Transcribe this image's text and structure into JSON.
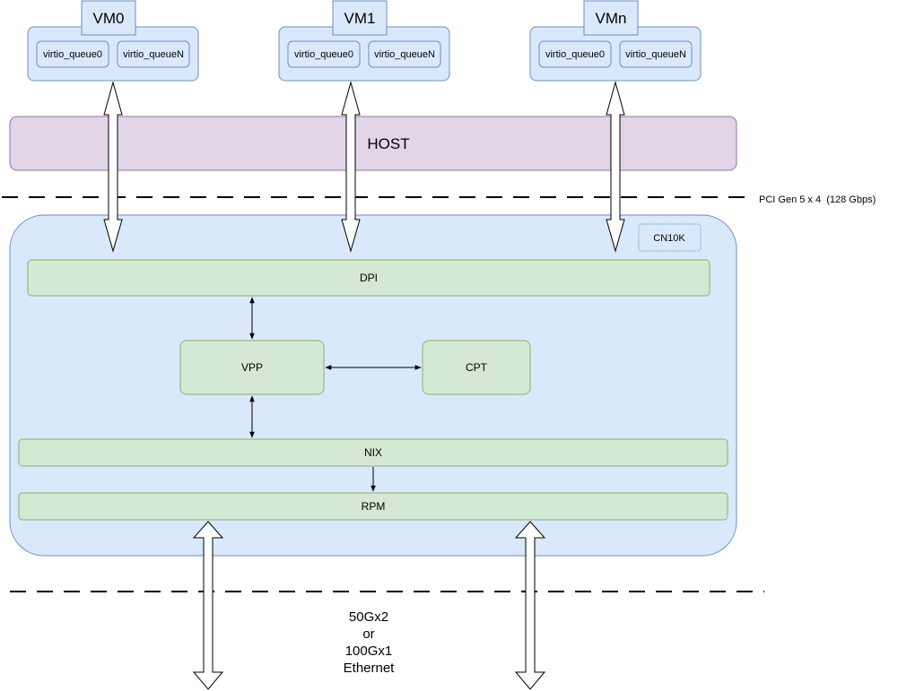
{
  "vms": [
    {
      "label": "VM0",
      "queues": [
        "virtio_queue0",
        "virtio_queueN"
      ]
    },
    {
      "label": "VM1",
      "queues": [
        "virtio_queue0",
        "virtio_queueN"
      ]
    },
    {
      "label": "VMn",
      "queues": [
        "virtio_queue0",
        "virtio_queueN"
      ]
    }
  ],
  "host": {
    "label": "HOST"
  },
  "pci": {
    "label": "PCI Gen 5 x 4  (128 Gbps)"
  },
  "chip": {
    "label": "CN10K"
  },
  "blocks": {
    "dpi": "DPI",
    "vpp": "VPP",
    "cpt": "CPT",
    "nix": "NIX",
    "rpm": "RPM"
  },
  "ethernet": {
    "line1": "50Gx2",
    "line2": "or",
    "line3": "100Gx1",
    "line4": "Ethernet"
  },
  "colors": {
    "vm_fill": "#dae8fc",
    "vm_stroke": "#6c8ebf",
    "host_fill": "#e1d5e7",
    "host_stroke": "#9673a6",
    "block_fill": "#d5e8d4",
    "block_stroke": "#82b366"
  }
}
